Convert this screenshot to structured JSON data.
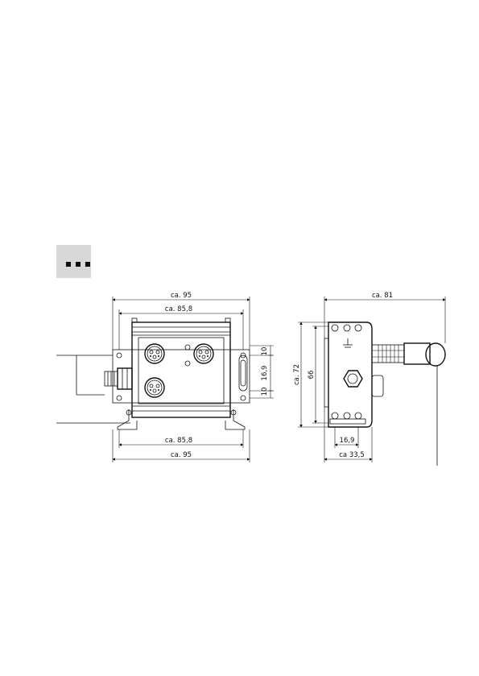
{
  "front_view": {
    "dims": {
      "top_outer": "ca. 95",
      "top_inner": "ca. 85,8",
      "bottom_inner": "ca. 85,8",
      "bottom_outer": "ca. 95",
      "right_top": "10",
      "right_mid": "16,9",
      "right_bottom": "10"
    }
  },
  "side_view": {
    "dims": {
      "top": "ca. 81",
      "height_outer": "ca. 72",
      "height_inner": "66",
      "bottom_inner": "16,9",
      "bottom_outer": "ca 33,5"
    }
  }
}
